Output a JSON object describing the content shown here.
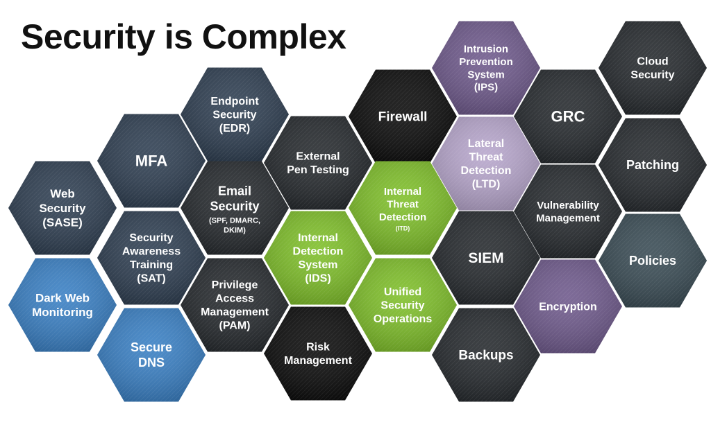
{
  "title": "Security is Complex",
  "colors": {
    "navy": "#2f3f52",
    "charcoal": "#262a2e",
    "black": "#0c0c0c",
    "green": "#7fbf2a",
    "purple": "#6f5a8c",
    "lavender": "#b7a6cc",
    "blue": "#3a80c4",
    "slate": "#3a4c55"
  },
  "hexes": [
    {
      "id": "web-security",
      "lines": [
        "Web",
        "Security",
        "(SASE)"
      ],
      "color": "navy"
    },
    {
      "id": "dark-web-monitoring",
      "lines": [
        "Dark Web",
        "Monitoring"
      ],
      "color": "blue"
    },
    {
      "id": "mfa",
      "lines": [
        "MFA"
      ],
      "color": "navy"
    },
    {
      "id": "security-awareness-training",
      "lines": [
        "Security",
        "Awareness",
        "Training",
        "(SAT)"
      ],
      "color": "navy"
    },
    {
      "id": "secure-dns",
      "lines": [
        "Secure",
        "DNS"
      ],
      "color": "blue"
    },
    {
      "id": "endpoint-security",
      "lines": [
        "Endpoint",
        "Security",
        "(EDR)"
      ],
      "color": "navy"
    },
    {
      "id": "email-security",
      "lines": [
        "Email",
        "Security"
      ],
      "sub": [
        "(SPF, DMARC,",
        "DKIM)"
      ],
      "color": "charcoal"
    },
    {
      "id": "privilege-access-management",
      "lines": [
        "Privilege",
        "Access",
        "Management",
        "(PAM)"
      ],
      "color": "charcoal"
    },
    {
      "id": "external-pen-testing",
      "lines": [
        "External",
        "Pen Testing"
      ],
      "color": "charcoal"
    },
    {
      "id": "internal-detection-system",
      "lines": [
        "Internal",
        "Detection",
        "System",
        "(IDS)"
      ],
      "color": "green"
    },
    {
      "id": "risk-management",
      "lines": [
        "Risk",
        "Management"
      ],
      "color": "black"
    },
    {
      "id": "firewall",
      "lines": [
        "Firewall"
      ],
      "color": "black"
    },
    {
      "id": "internal-threat-detection",
      "lines": [
        "Internal",
        "Threat",
        "Detection"
      ],
      "sub": [
        "(ITD)"
      ],
      "color": "green"
    },
    {
      "id": "unified-security-operations",
      "lines": [
        "Unified",
        "Security",
        "Operations"
      ],
      "color": "green"
    },
    {
      "id": "intrusion-prevention-system",
      "lines": [
        "Intrusion",
        "Prevention",
        "System",
        "(IPS)"
      ],
      "color": "purple"
    },
    {
      "id": "lateral-threat-detection",
      "lines": [
        "Lateral",
        "Threat",
        "Detection",
        "(LTD)"
      ],
      "color": "lavender"
    },
    {
      "id": "siem",
      "lines": [
        "SIEM"
      ],
      "color": "charcoal"
    },
    {
      "id": "backups",
      "lines": [
        "Backups"
      ],
      "color": "charcoal"
    },
    {
      "id": "grc",
      "lines": [
        "GRC"
      ],
      "color": "charcoal"
    },
    {
      "id": "vulnerability-management",
      "lines": [
        "Vulnerability",
        "Management"
      ],
      "color": "charcoal"
    },
    {
      "id": "encryption",
      "lines": [
        "Encryption"
      ],
      "color": "purple"
    },
    {
      "id": "cloud-security",
      "lines": [
        "Cloud",
        "Security"
      ],
      "color": "charcoal"
    },
    {
      "id": "patching",
      "lines": [
        "Patching"
      ],
      "color": "charcoal"
    },
    {
      "id": "policies",
      "lines": [
        "Policies"
      ],
      "color": "slate"
    }
  ]
}
